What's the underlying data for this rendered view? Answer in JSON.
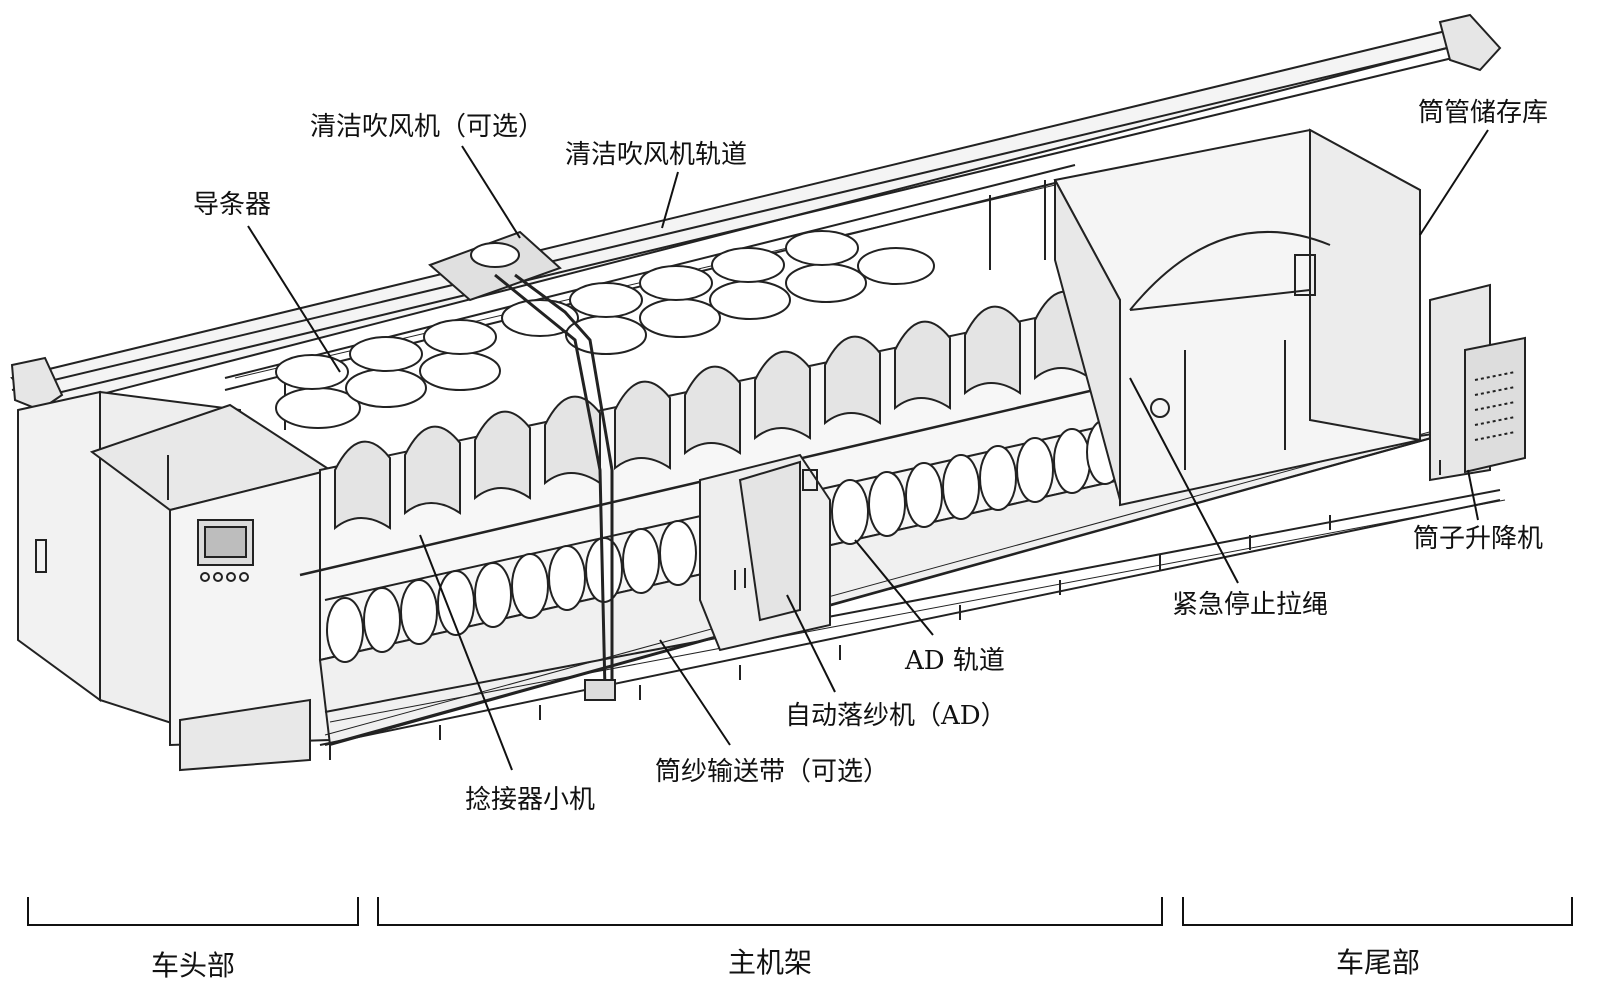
{
  "diagram": {
    "labels": {
      "cleaning_blower": "清洁吹风机（可选）",
      "cleaning_blower_track": "清洁吹风机轨道",
      "sliver_guide": "导条器",
      "tube_storage": "筒管储存库",
      "tube_lifter": "筒子升降机",
      "emergency_stop_cord": "紧急停止拉绳",
      "ad_track": "AD 轨道",
      "auto_doffer": "自动落纱机（AD）",
      "package_conveyor": "筒纱输送带（可选）",
      "piecer_carriage": "捻接器小机"
    },
    "sections": {
      "head": "车头部",
      "main_frame": "主机架",
      "tail": "车尾部"
    }
  }
}
